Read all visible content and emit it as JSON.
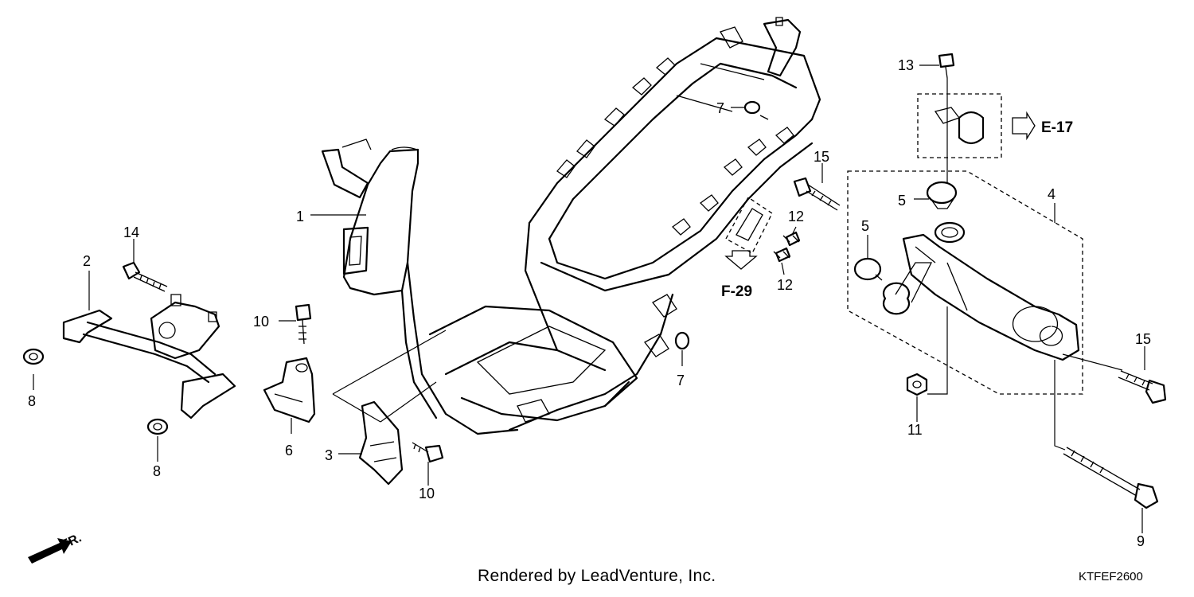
{
  "diagram": {
    "callouts": {
      "c1": "1",
      "c2": "2",
      "c3": "3",
      "c4": "4",
      "c5a": "5",
      "c5b": "5",
      "c6": "6",
      "c7a": "7",
      "c7b": "7",
      "c8a": "8",
      "c8b": "8",
      "c9": "9",
      "c10a": "10",
      "c10b": "10",
      "c11": "11",
      "c12a": "12",
      "c12b": "12",
      "c13": "13",
      "c14": "14",
      "c15a": "15",
      "c15b": "15"
    },
    "references": {
      "e17": "E-17",
      "f29": "F-29"
    },
    "front_marker": "FR.",
    "credit": "Rendered by LeadVenture, Inc.",
    "diagram_code": "KTFEF2600"
  }
}
